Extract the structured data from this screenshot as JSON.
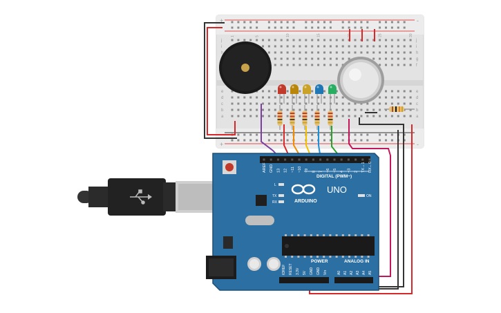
{
  "breadboard": {
    "rail_plus": "+",
    "rail_minus": "-",
    "col_numbers": [
      "1",
      "5",
      "10",
      "15",
      "20",
      "25",
      "30"
    ],
    "row_letters_top": [
      "j",
      "i",
      "h",
      "g",
      "f"
    ],
    "row_letters_bottom": [
      "e",
      "d",
      "c",
      "b",
      "a"
    ]
  },
  "arduino": {
    "logo_text": "ARDUINO",
    "model": "UNO",
    "digital_label": "DIGITAL (PWM~)",
    "power_label": "POWER",
    "analog_label": "ANALOG IN",
    "on_label": "ON",
    "led_l": "L",
    "led_tx": "TX",
    "led_rx": "RX",
    "top_pins": [
      "AREF",
      "GND",
      "13",
      "12",
      "~11",
      "~10",
      "~9",
      "8",
      "7",
      "~6",
      "~5",
      "4",
      "~3",
      "2",
      "TX→1",
      "RX←0"
    ],
    "power_pins": [
      "IOREF",
      "RESET",
      "3.3V",
      "5V",
      "GND",
      "GND",
      "Vin"
    ],
    "analog_pins": [
      "A0",
      "A1",
      "A2",
      "A3",
      "A4",
      "A5"
    ]
  },
  "components": {
    "leds": [
      {
        "name": "red-led",
        "color": "#c0392b"
      },
      {
        "name": "orange-led",
        "color": "#b8860b"
      },
      {
        "name": "yellow-led",
        "color": "#c9a227"
      },
      {
        "name": "blue-led",
        "color": "#1f77b4"
      },
      {
        "name": "green-led",
        "color": "#27ae60"
      }
    ],
    "wire_colors": [
      "#7b3fa0",
      "#d62828",
      "#f08c00",
      "#f2c200",
      "#1c8fd6",
      "#2ca02c",
      "#c2185b",
      "#333333"
    ]
  },
  "colors": {
    "pcb": "#2c6fa3",
    "pcb_dark": "#1d4f78",
    "breadboard": "#e8e8e8",
    "wire_red": "#d62828",
    "wire_black": "#333333"
  }
}
